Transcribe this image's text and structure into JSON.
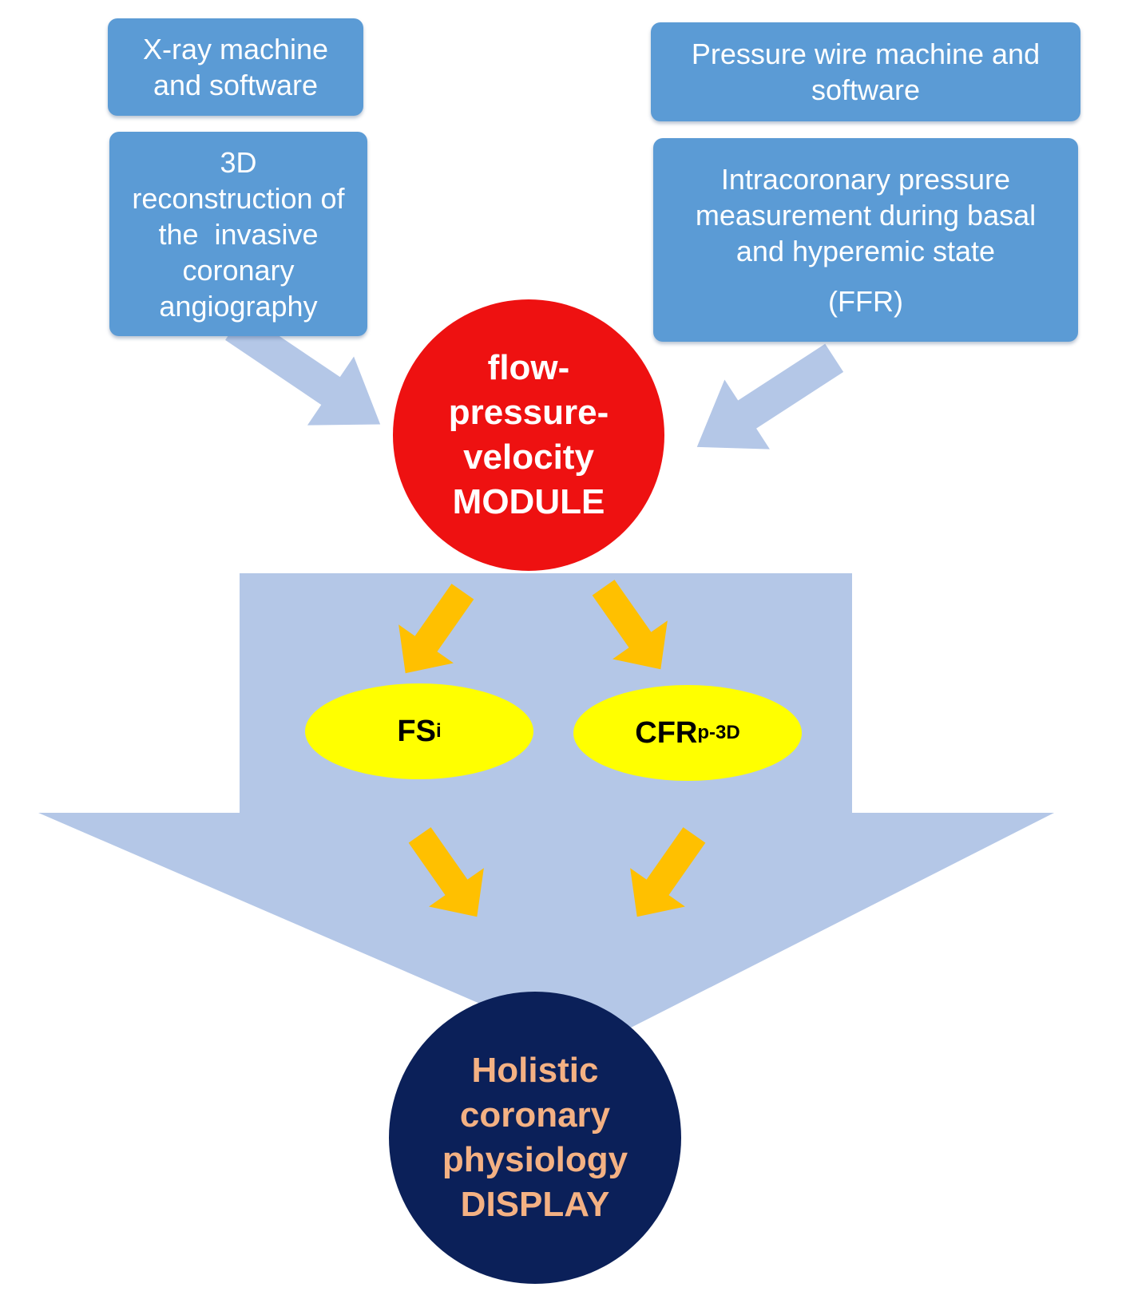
{
  "colors": {
    "box_fill": "#5b9bd5",
    "pale_blue": "#b4c7e7",
    "module_red": "#ee1111",
    "yellow": "#ffff00",
    "orange_arrow": "#ffc000",
    "display_navy": "#0b2059",
    "display_text": "#f4b183"
  },
  "boxes": {
    "xray": {
      "lines": [
        "X-ray machine",
        "and software"
      ]
    },
    "reconstruction": {
      "lines": [
        "3D",
        "reconstruction of",
        "the  invasive",
        "coronary",
        "angiography"
      ]
    },
    "pressure_wire": {
      "lines": [
        "Pressure wire machine and",
        "software"
      ]
    },
    "intracoronary": {
      "lines": [
        "Intracoronary pressure",
        "measurement during basal",
        "and hyperemic state"
      ],
      "extra": "(FFR)"
    }
  },
  "module": {
    "lines": [
      "flow-",
      "pressure-",
      "velocity",
      "MODULE"
    ]
  },
  "outputs": {
    "fsi": {
      "base": "FS",
      "sub": "i"
    },
    "cfr": {
      "base": "CFR",
      "sub": "p-3D"
    }
  },
  "display": {
    "lines": [
      "Holistic",
      "coronary",
      "physiology",
      "DISPLAY"
    ]
  }
}
